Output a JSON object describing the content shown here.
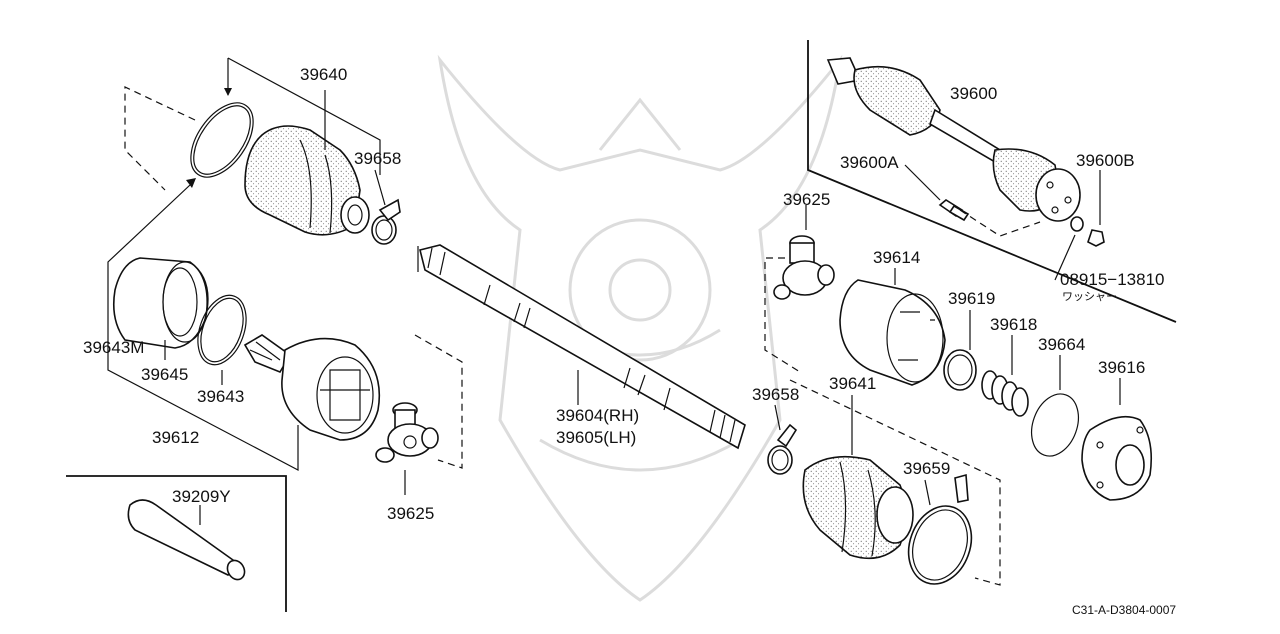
{
  "diagram": {
    "colors": {
      "ink": "#111111",
      "watermark": "#dcdcdc",
      "background": "#ffffff"
    },
    "part_numbers": {
      "p39640": "39640",
      "p39658_left": "39658",
      "p39643M": "39643M",
      "p39645": "39645",
      "p39643": "39643",
      "p39612": "39612",
      "p39625_left": "39625",
      "p39604": "39604(RH)",
      "p39605": "39605(LH)",
      "p39209Y": "39209Y",
      "p39600": "39600",
      "p39600A": "39600A",
      "p39600B": "39600B",
      "p39625_right": "39625",
      "p39614": "39614",
      "p39619": "39619",
      "p39618": "39618",
      "p39664": "39664",
      "p39616": "39616",
      "p39658_right": "39658",
      "p39641": "39641",
      "p39659": "39659",
      "p08915": "08915−13810",
      "washer": "ワッシャー"
    },
    "diagram_code": "C31-A-D3804-0007",
    "watermark_icon": "samurai-helmet-icon"
  }
}
